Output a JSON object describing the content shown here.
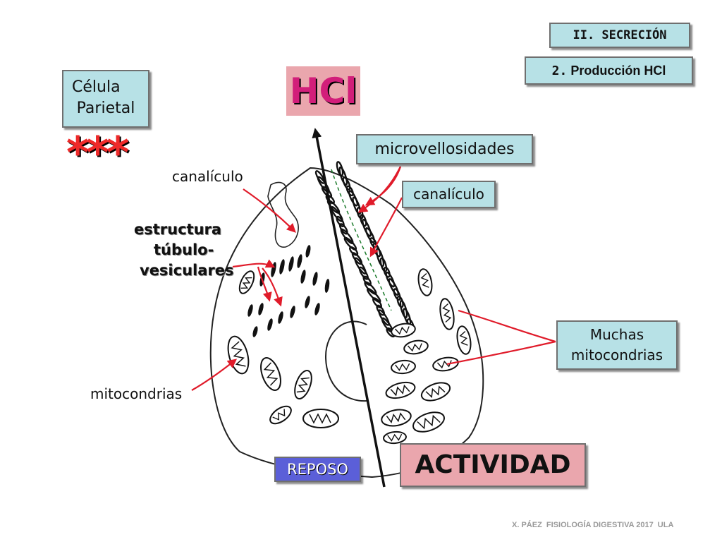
{
  "header": {
    "section_label": "II. SECRECIÓN",
    "subsection_number": "2.",
    "subsection_label": "Producción HCl"
  },
  "title": {
    "cell_label_line1": "Célula",
    "cell_label_line2": "Parietal",
    "stars": "***",
    "product": "HCl"
  },
  "labels": {
    "canaliculo_left": "canalículo",
    "estructura_line1": "estructura",
    "estructura_line2": "túbulo-",
    "estructura_line3": "vesiculares",
    "mitocondrias": "mitocondrias",
    "microvellosidades": "microvellosidades",
    "canaliculo_right": "canalículo",
    "muchas_line1": "Muchas",
    "muchas_line2": "mitocondrias",
    "reposo": "REPOSO",
    "actividad": "ACTIVIDAD"
  },
  "footer": {
    "credit": "X. PÁEZ  FISIOLOGÍA DIGESTIVA 2017  ULA"
  },
  "colors": {
    "teal_box": "#b7e1e6",
    "pink_box": "#eaa6ad",
    "reposo_box": "#5b5fd8",
    "hcl_text": "#d21e7a",
    "arrows": "#e01b2a"
  }
}
